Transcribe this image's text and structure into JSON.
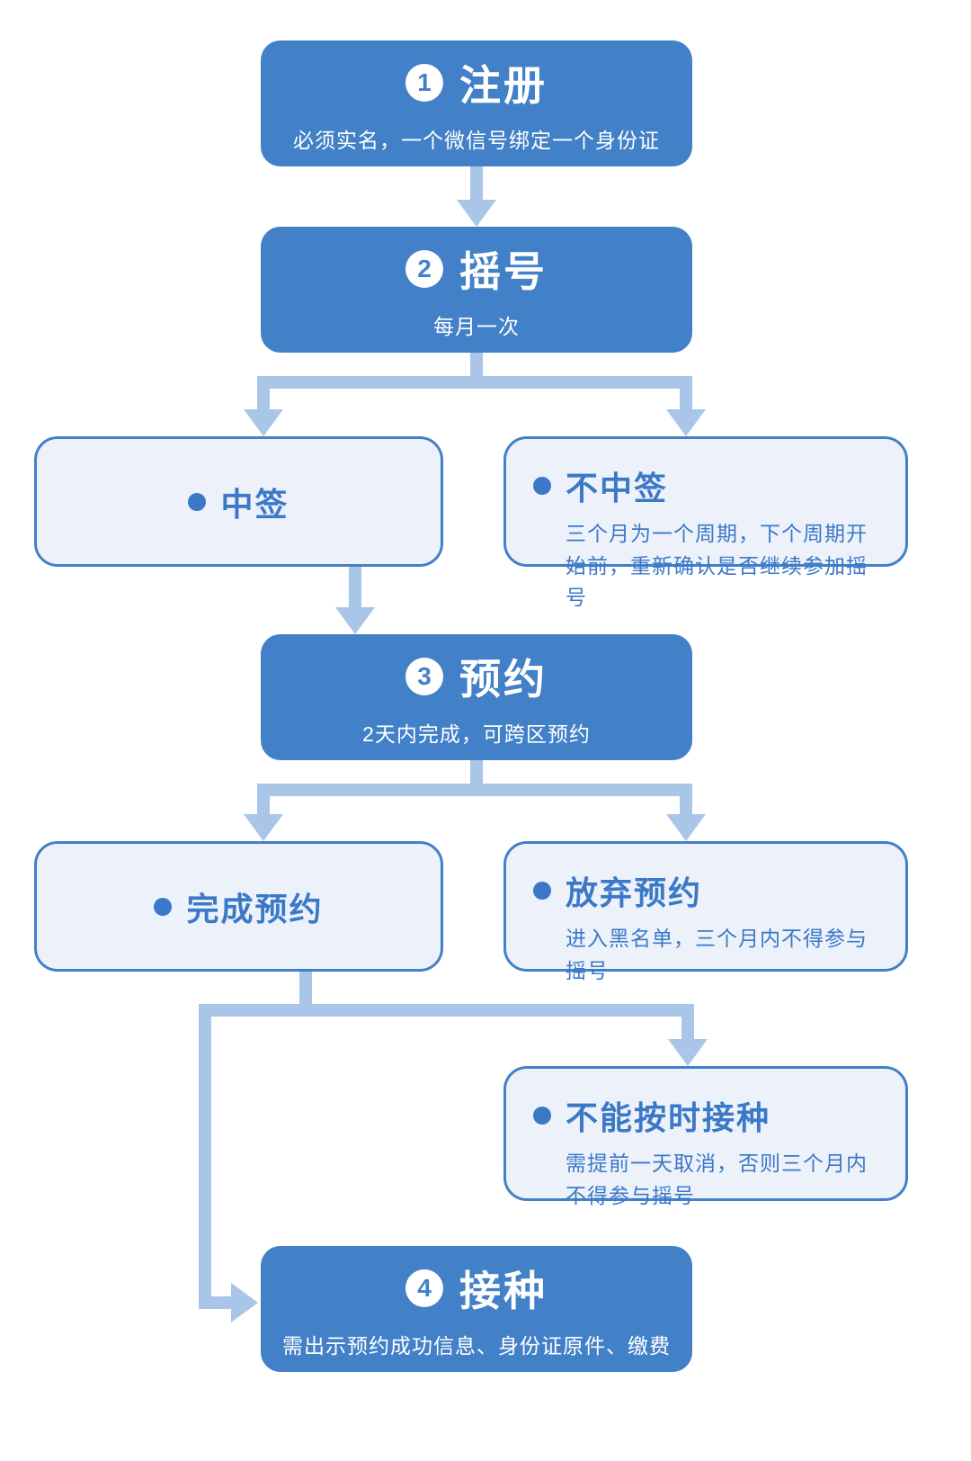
{
  "colors": {
    "primary_blue": "#4280c8",
    "light_fill": "#edf2fa",
    "arrow_blue": "#a9c6e8",
    "text_blue": "#3b78c8",
    "background": "#ffffff"
  },
  "nodes": {
    "register": {
      "number": "1",
      "title": "注册",
      "subtitle": "必须实名，一个微信号绑定一个身份证"
    },
    "lottery": {
      "number": "2",
      "title": "摇号",
      "subtitle": "每月一次"
    },
    "win": {
      "title": "中签"
    },
    "lose": {
      "title": "不中签",
      "body": "三个月为一个周期，下个周期开始前，重新确认是否继续参加摇号"
    },
    "book": {
      "number": "3",
      "title": "预约",
      "subtitle": "2天内完成，可跨区预约"
    },
    "complete": {
      "title": "完成预约"
    },
    "giveup": {
      "title": "放弃预约",
      "body": "进入黑名单，三个月内不得参与摇号"
    },
    "miss": {
      "title": "不能按时接种",
      "body": "需提前一天取消，否则三个月内不得参与摇号"
    },
    "vaccinate": {
      "number": "4",
      "title": "接种",
      "subtitle": "需出示预约成功信息、身份证原件、缴费"
    }
  }
}
